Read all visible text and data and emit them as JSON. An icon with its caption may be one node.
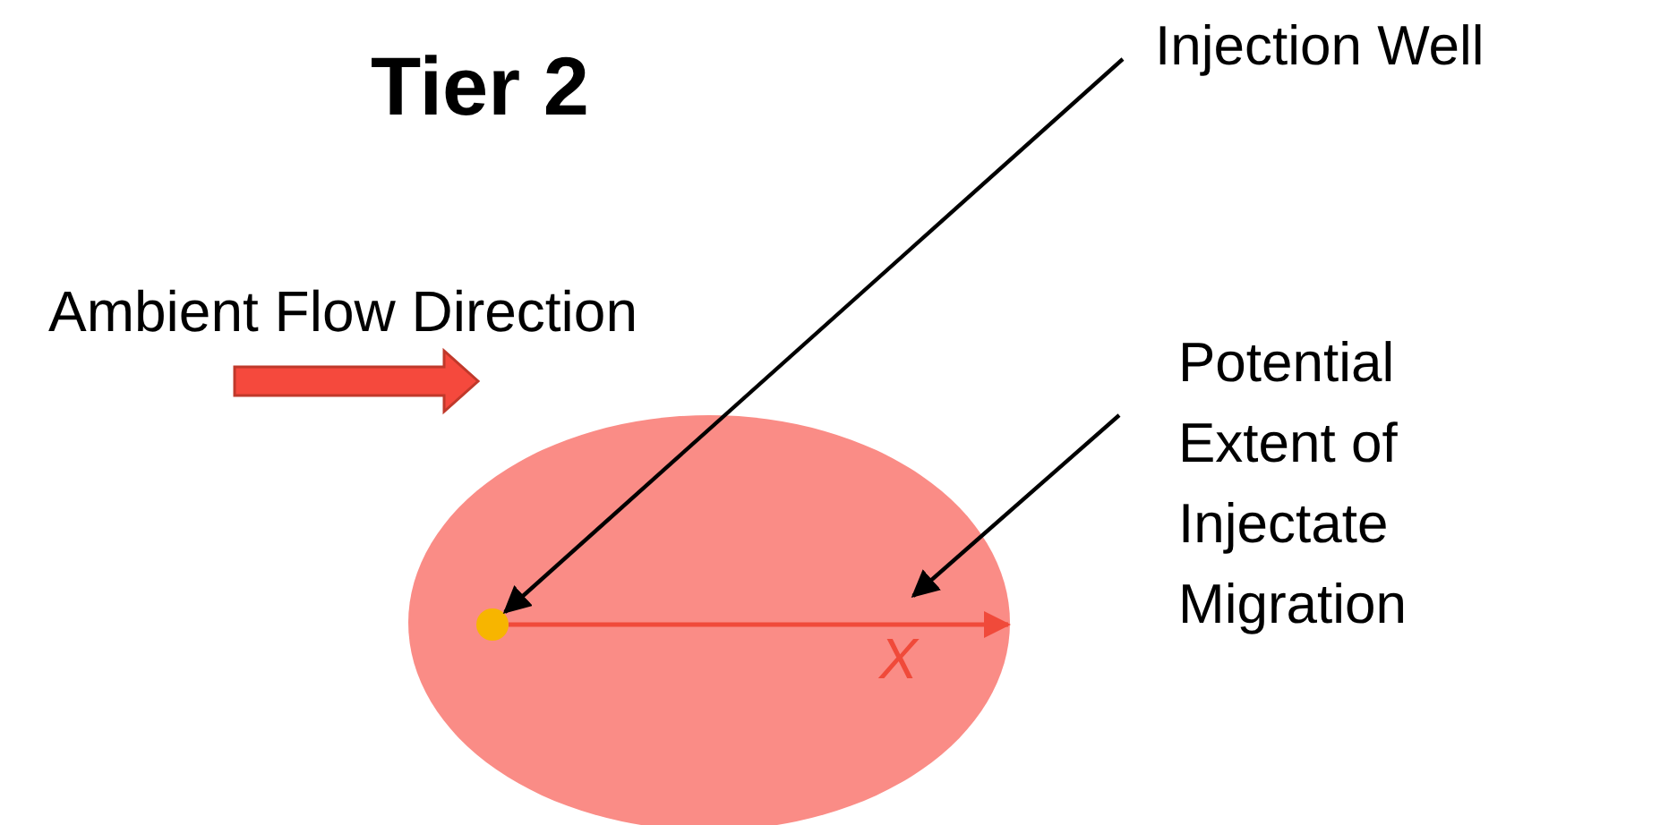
{
  "diagram": {
    "title": "Tier 2",
    "nodes": [
      {
        "text": [
          "Injection Well"
        ]
      },
      {
        "text": [],
        "shape": "circle",
        "in": 3
      },
      {
        "text": [
          "Potential Extent of Injectate Migration"
        ]
      },
      {
        "text": [],
        "shape": "ellipse"
      }
    ],
    "edges": [
      {
        "from": 0,
        "to": 1,
        "arrow": "to"
      },
      {
        "from": 2,
        "to": 3,
        "arrow": "to"
      },
      {
        "from": 1,
        "to": 3,
        "arrow": "to",
        "label": "X",
        "color": "#f04a3a"
      }
    ],
    "labels": [
      "Ambient Flow Direction"
    ]
  }
}
